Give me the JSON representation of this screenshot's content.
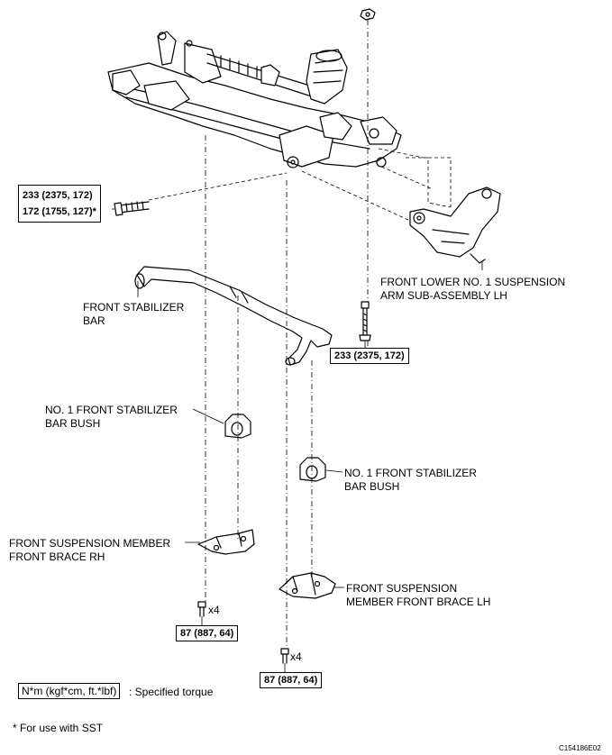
{
  "labels": {
    "lower_arm_line1": "FRONT LOWER NO. 1 SUSPENSION",
    "lower_arm_line2": "ARM SUB-ASSEMBLY LH",
    "stab_bar_line1": "FRONT STABILIZER",
    "stab_bar_line2": "BAR",
    "bush_left_line1": "NO. 1 FRONT STABILIZER",
    "bush_left_line2": "BAR BUSH",
    "bush_right_line1": "NO. 1 FRONT STABILIZER",
    "bush_right_line2": "BAR BUSH",
    "brace_rh_line1": "FRONT SUSPENSION MEMBER",
    "brace_rh_line2": "FRONT BRACE RH",
    "brace_lh_line1": "FRONT SUSPENSION",
    "brace_lh_line2": "MEMBER FRONT BRACE LH"
  },
  "torques": {
    "top_left_line1": "233 (2375, 172)",
    "top_left_line2": "172 (1755, 127)*",
    "mid_right": "233 (2375, 172)",
    "bottom_left": "87 (887, 64)",
    "bottom_right": "87 (887, 64)"
  },
  "quantities": {
    "left_bolt": "x4",
    "right_bolt": "x4"
  },
  "legend": {
    "unit_box": "N*m (kgf*cm, ft.*lbf)",
    "unit_desc": ": Specified torque",
    "footnote": "* For use with SST"
  },
  "figure_code": "C154186E02"
}
